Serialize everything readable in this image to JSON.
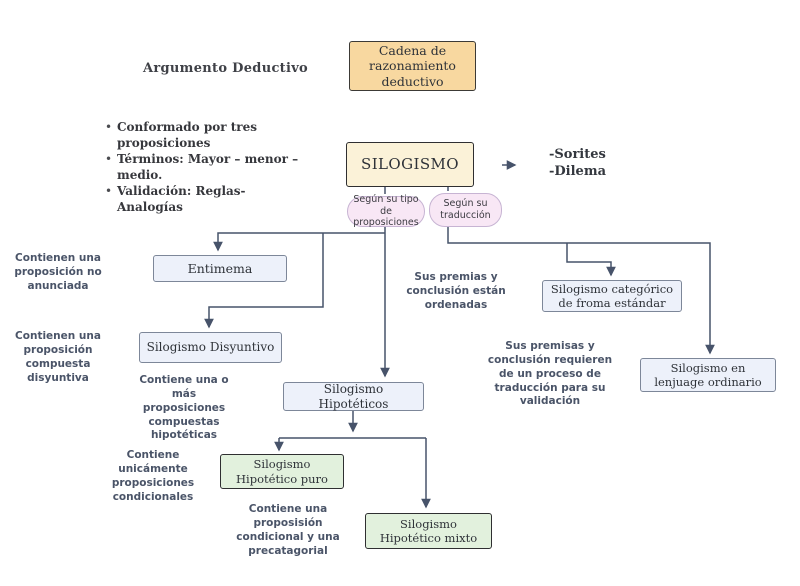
{
  "header": {
    "title": "Argumento Deductivo"
  },
  "notes": {
    "bullets": [
      "Conformado por tres proposiciones",
      "Términos: Mayor – menor – medio.",
      "Validación: Reglas-Analogías"
    ]
  },
  "nodes": {
    "cadena": {
      "label": "Cadena de razonamiento deductivo"
    },
    "silogismo": {
      "label": "SILOGISMO"
    },
    "entimema": {
      "label": "Entimema"
    },
    "disyuntivo": {
      "label": "Silogismo Disyuntivo"
    },
    "hipoteticos": {
      "label": "Silogismo Hipotéticos"
    },
    "categorico": {
      "label": "Silogismo categórico de froma estándar"
    },
    "lenguaje": {
      "label": "Silogismo en lenjuage ordinario"
    },
    "puro": {
      "label": "Silogismo Hipotético puro"
    },
    "mixto": {
      "label": "Silogismo Hipotético mixto"
    }
  },
  "branch_pills": {
    "tipo": "Según su tipo de proposiciones",
    "traduccion": "Según su traducción"
  },
  "side_list": [
    "-Sorites",
    "-Dilema"
  ],
  "annotations": {
    "entimema": "Contienen una proposición no anunciada",
    "disyuntivo": "Contienen una proposición compuesta disyuntiva",
    "hipoteticos": "Contiene una o más proposiciones compuestas hipotéticas",
    "puro": "Contiene unicámente proposiciones condicionales",
    "mixto": "Contiene una proposisión condicional y una precatagorial",
    "categorico": "Sus premias y conclusión están ordenadas",
    "lenguaje": "Sus premisas y conclusión requieren de un proceso de traducción para su validación"
  },
  "colors": {
    "background": "#ffffff",
    "node_orange": "#f8d8a0",
    "node_cream": "#fbf2d8",
    "node_blue": "#edf1fa",
    "node_green": "#e2f1dd",
    "pill_pink": "#f8e7f5",
    "connector": "#47536a",
    "annotation_text": "#4a5468",
    "box_text": "#2e3238"
  }
}
